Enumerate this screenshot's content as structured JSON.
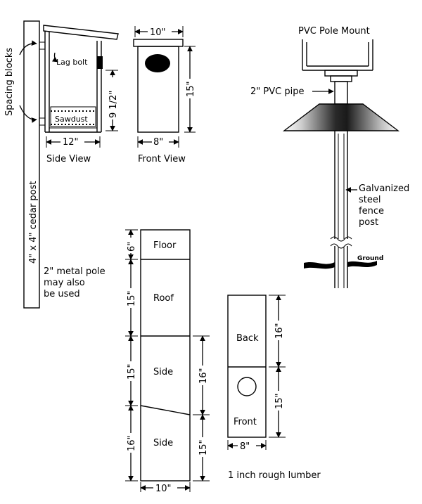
{
  "post": {
    "spacing_blocks": "Spacing blocks",
    "cedar_post": "4\" x 4\" cedar post",
    "metal_pole_note": [
      "2\" metal pole",
      "may also",
      "be used"
    ]
  },
  "side_view": {
    "title": "Side View",
    "lag_bolt": "Lag bolt",
    "sawdust": "Sawdust",
    "width": "12\"",
    "height": "9 1/2\""
  },
  "front_view": {
    "title": "Front View",
    "top_width": "10\"",
    "bottom_width": "8\"",
    "height": "15\""
  },
  "pvc_mount": {
    "title": "PVC Pole Mount",
    "pipe": "2\" PVC pipe",
    "steel_post": [
      "Galvanized",
      "steel",
      "fence",
      "post"
    ],
    "ground": "Ground"
  },
  "cut_list": {
    "long_board": {
      "pieces": [
        {
          "name": "Floor",
          "length": "6\""
        },
        {
          "name": "Roof",
          "length": "15\""
        },
        {
          "name": "Side",
          "length": "15\"",
          "right_length": "16\""
        },
        {
          "name": "Side",
          "length": "16\"",
          "right_length": "15\""
        }
      ],
      "width": "10\""
    },
    "short_board": {
      "pieces": [
        {
          "name": "Back",
          "length": "16\""
        },
        {
          "name": "Front",
          "length": "15\""
        }
      ],
      "width": "8\""
    },
    "lumber_note": "1 inch rough lumber"
  }
}
